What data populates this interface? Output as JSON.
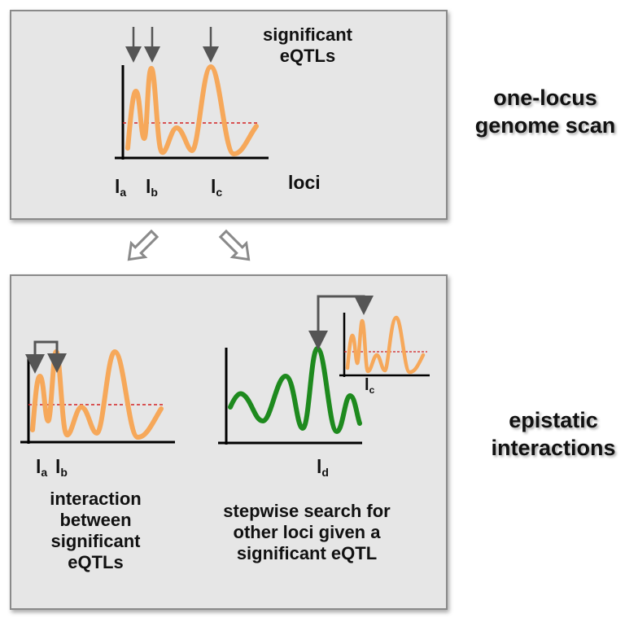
{
  "top_panel": {
    "significant_label": [
      "significant",
      "eQTLs"
    ],
    "locus_a": {
      "letter": "l",
      "sub": "a"
    },
    "locus_b": {
      "letter": "l",
      "sub": "b"
    },
    "locus_c": {
      "letter": "l",
      "sub": "c"
    },
    "x_axis_label": "loci"
  },
  "side_labels": {
    "top": [
      "one-locus",
      "genome scan"
    ],
    "bottom": [
      "epistatic",
      "interactions"
    ]
  },
  "bottom_panel": {
    "left_loci": {
      "a": {
        "letter": "l",
        "sub": "a"
      },
      "b": {
        "letter": "l",
        "sub": "b"
      }
    },
    "left_caption": [
      "interaction",
      "between",
      "significant",
      "eQTLs"
    ],
    "inset_locus": {
      "letter": "l",
      "sub": "c"
    },
    "main_locus": {
      "letter": "l",
      "sub": "d"
    },
    "right_caption": [
      "stepwise search for",
      "other loci given a",
      "significant eQTL"
    ]
  },
  "colors": {
    "orange_curve": "#f6a85a",
    "green_curve": "#1e8a1e",
    "threshold": "#d42020",
    "arrow": "#555555",
    "panel_bg": "#e6e6e6"
  }
}
